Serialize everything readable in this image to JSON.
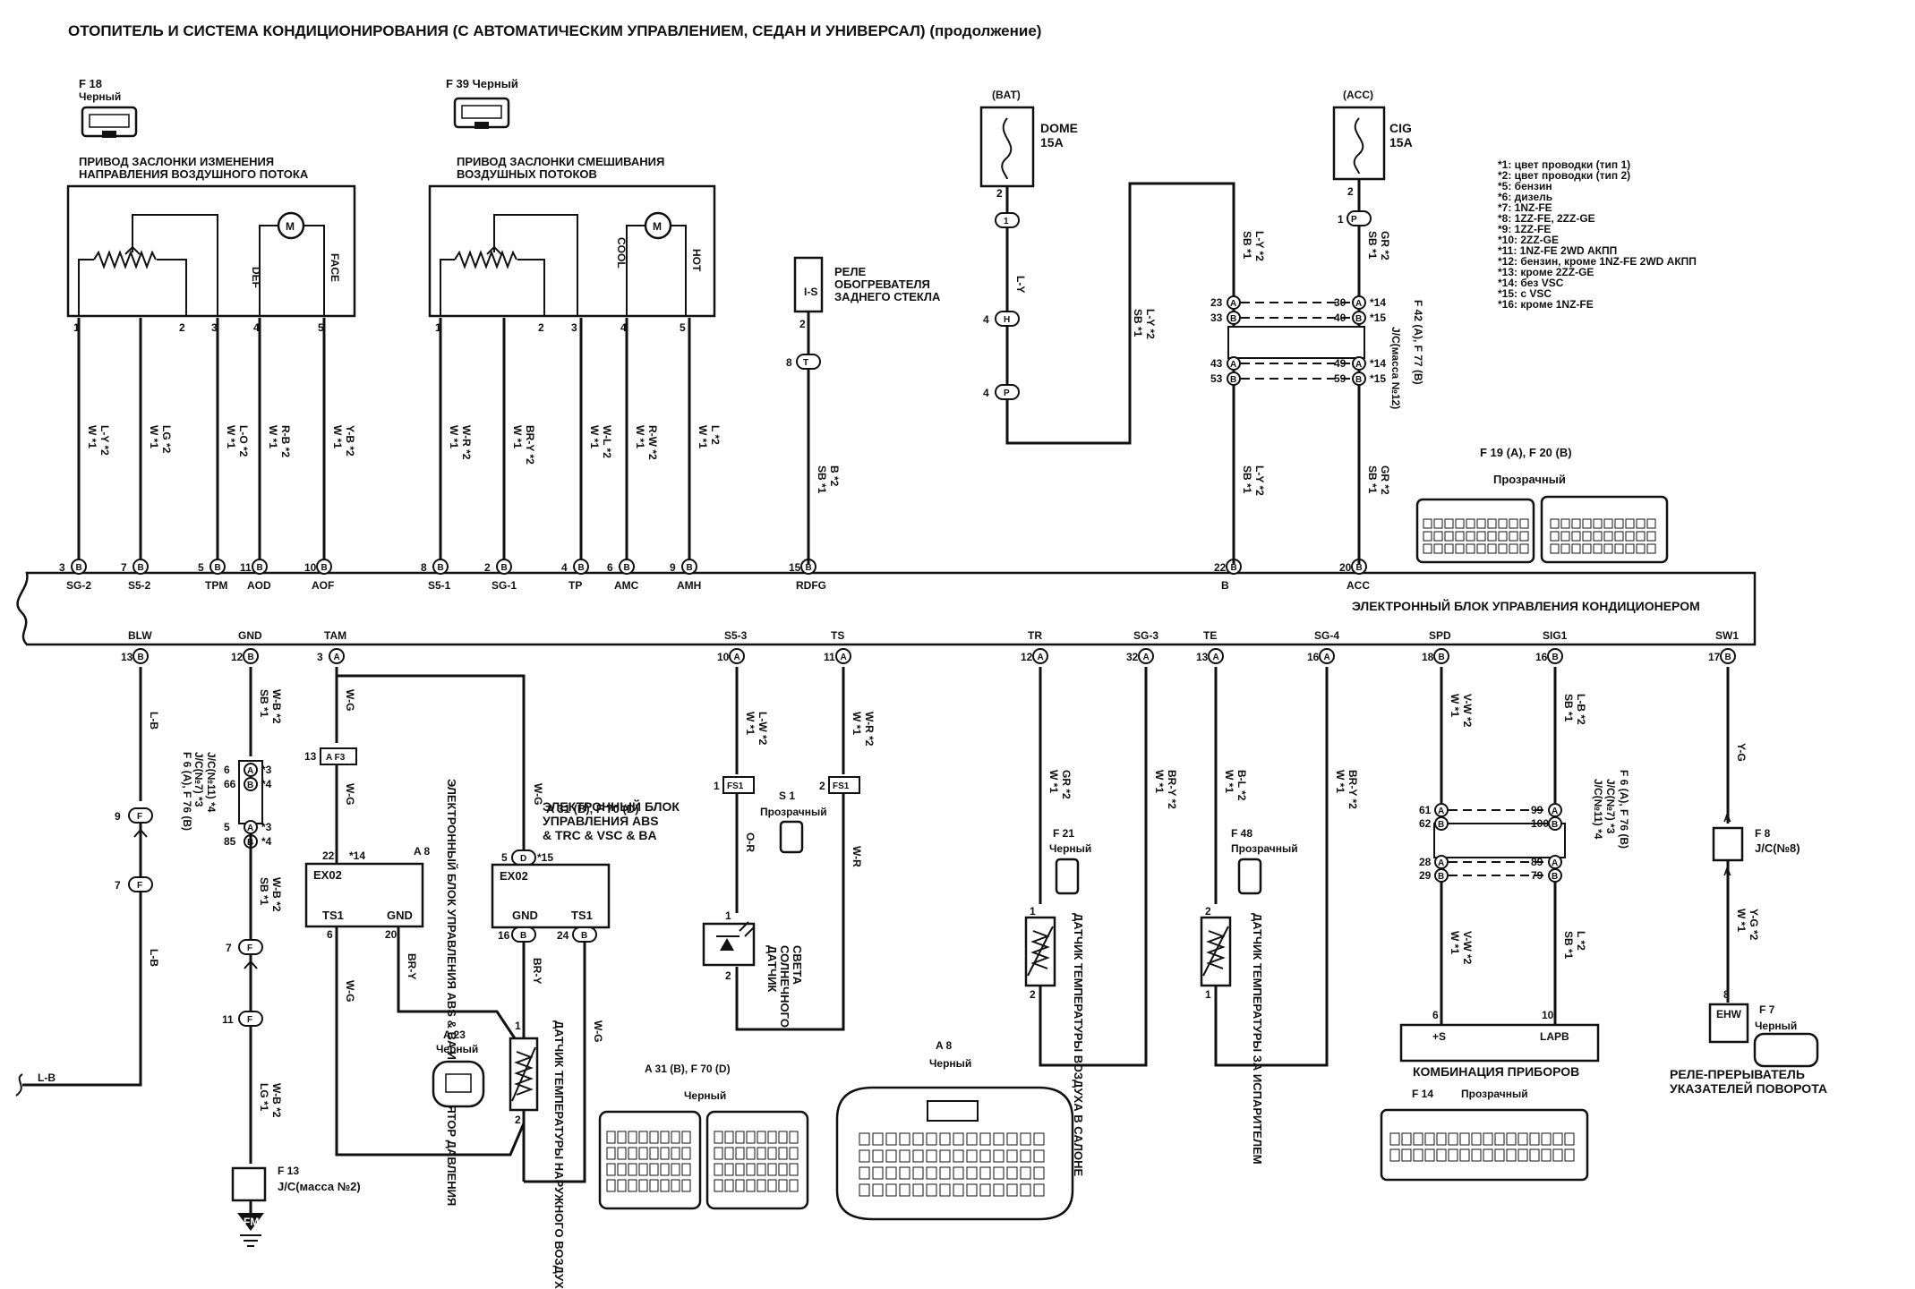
{
  "title": "ОТОПИТЕЛЬ И СИСТЕМА КОНДИЦИОНИРОВАНИЯ (С АВТОМАТИЧЕСКИМ УПРАВЛЕНИЕМ, СЕДАН И УНИВЕРСАЛ)  (продолжение)",
  "notes": [
    "*1: цвет проводки (тип 1)",
    "*2: цвет проводки (тип 2)",
    "*5: бензин",
    "*6: дизель",
    "*7: 1NZ-FE",
    "*8: 1ZZ-FE, 2ZZ-GE",
    "*9: 1ZZ-FE",
    "*10: 2ZZ-GE",
    "*11: 1NZ-FE 2WD АКПП",
    "*12: бензин, кроме 1NZ-FE 2WD АКПП",
    "*13: кроме 2ZZ-GE",
    "*14: без VSC",
    "*15: с VSC",
    "*16: кроме 1NZ-FE"
  ],
  "ecu": {
    "name": "ЭЛЕКТРОННЫЙ БЛОК УПРАВЛЕНИЯ КОНДИЦИОНЕРОМ",
    "top_pins": [
      {
        "num": "3",
        "conn": "B",
        "name": "SG-2"
      },
      {
        "num": "7",
        "conn": "B",
        "name": "S5-2"
      },
      {
        "num": "5",
        "conn": "B",
        "name": "TPM"
      },
      {
        "num": "11",
        "conn": "B",
        "name": "AOD"
      },
      {
        "num": "10",
        "conn": "B",
        "name": "AOF"
      },
      {
        "num": "8",
        "conn": "B",
        "name": "S5-1"
      },
      {
        "num": "2",
        "conn": "B",
        "name": "SG-1"
      },
      {
        "num": "4",
        "conn": "B",
        "name": "TP"
      },
      {
        "num": "6",
        "conn": "B",
        "name": "AMC"
      },
      {
        "num": "9",
        "conn": "B",
        "name": "AMH"
      },
      {
        "num": "15",
        "conn": "B",
        "name": "RDFG"
      },
      {
        "num": "22",
        "conn": "B",
        "name": "B"
      },
      {
        "num": "20",
        "conn": "B",
        "name": "ACC"
      }
    ],
    "bottom_pins": [
      {
        "num": "13",
        "conn": "B",
        "name": "BLW"
      },
      {
        "num": "12",
        "conn": "B",
        "name": "GND"
      },
      {
        "num": "3",
        "conn": "A",
        "name": "TAM"
      },
      {
        "num": "10",
        "conn": "A",
        "name": "S5-3"
      },
      {
        "num": "11",
        "conn": "A",
        "name": "TS"
      },
      {
        "num": "12",
        "conn": "A",
        "name": "TR"
      },
      {
        "num": "32",
        "conn": "A",
        "name": "SG-3"
      },
      {
        "num": "13",
        "conn": "A",
        "name": "TE"
      },
      {
        "num": "16",
        "conn": "A",
        "name": "SG-4"
      },
      {
        "num": "18",
        "conn": "B",
        "name": "SPD"
      },
      {
        "num": "16",
        "conn": "B",
        "name": "SIG1"
      },
      {
        "num": "17",
        "conn": "B",
        "name": "SW1"
      }
    ]
  },
  "top_wires": [
    {
      "c1": "W  *1",
      "c2": "L-Y  *2"
    },
    {
      "c1": "W  *1",
      "c2": "LG  *2"
    },
    {
      "c1": "W  *1",
      "c2": "L-O  *2"
    },
    {
      "c1": "W  *1",
      "c2": "R-B  *2"
    },
    {
      "c1": "W  *1",
      "c2": "Y-B  *2"
    },
    {
      "c1": "W  *1",
      "c2": "W-R  *2"
    },
    {
      "c1": "W  *1",
      "c2": "BR-Y  *2"
    },
    {
      "c1": "W  *1",
      "c2": "W-L  *2"
    },
    {
      "c1": "W  *1",
      "c2": "R-W  *2"
    },
    {
      "c1": "W  *1",
      "c2": "L  *2"
    },
    {
      "c1": "SB  *1",
      "c2": "B  *2"
    },
    {
      "c1": "SB  *1",
      "c2": "L-Y  *2"
    },
    {
      "c1": "SB  *1",
      "c2": "GR  *2"
    }
  ],
  "servo1": {
    "conn": "F 18",
    "color": "Черный",
    "title1": "ПРИВОД ЗАСЛОНКИ ИЗМЕНЕНИЯ",
    "title2": "НАПРАВЛЕНИЯ ВОЗДУШНОГО ПОТОКА",
    "pins": [
      "1",
      "2",
      "3",
      "4",
      "5"
    ],
    "def": "DEF",
    "face": "FACE"
  },
  "servo2": {
    "conn": "F 39 Черный",
    "title1": "ПРИВОД ЗАСЛОНКИ СМЕШИВАНИЯ",
    "title2": "ВОЗДУШНЫХ ПОТОКОВ",
    "pins": [
      "1",
      "2",
      "3",
      "4",
      "5"
    ],
    "cool": "COOL",
    "hot": "HOT"
  },
  "relay_rear": {
    "label1": "РЕЛЕ",
    "label2": "ОБОГРЕВАТЕЛЯ",
    "label3": "ЗАДНЕГО СТЕКЛА",
    "pin": "2",
    "jc": "8",
    "jcconn": "T"
  },
  "fuse_dome": {
    "bat": "(BAT)",
    "name": "DOME",
    "amp": "15A",
    "pin": "2",
    "c1": "1",
    "c2": "4",
    "c2conn": "H",
    "c3": "4",
    "c3conn": "P",
    "wire": "L-Y"
  },
  "fuse_cig": {
    "acc": "(ACC)",
    "name": "CIG",
    "amp": "15A",
    "pin": "2",
    "c1": "1",
    "c1conn": "P"
  },
  "jc_top": {
    "label": "J/C(масса №12)",
    "conns": "F 42 (A), F 77 (B)",
    "left_pins": [
      "23",
      "33",
      "43",
      "53"
    ],
    "right_pins": [
      "30",
      "40",
      "49",
      "59"
    ],
    "right_notes": [
      "*14",
      "*15",
      "*14",
      "*15"
    ]
  },
  "conn_pair_top": {
    "label": "F 19 (A), F 20 (B)",
    "color": "Прозрачный"
  },
  "bottom": {
    "blw_wire": "L-B",
    "blw_conn": "F",
    "blw_pins": [
      "9",
      "7"
    ],
    "blw_pins_conn": "F",
    "gnd_wire1": "SB  *1",
    "gnd_wire1b": "W-B  *2",
    "jc_gnd": {
      "label": "J/C(№7) *3",
      "label2": "J/C(№11) *4",
      "conn": "F 6 (A), F 76 (B)",
      "pins": [
        "6",
        "66",
        "5",
        "85"
      ],
      "notes": [
        "*3",
        "*4",
        "*3",
        "*4"
      ]
    },
    "gnd_wire2": "SB  *1",
    "gnd_wire2b": "W-B  *2",
    "gnd_pins": [
      "7",
      "11"
    ],
    "gnd_pins_conn": "F",
    "gnd_wire3": "LG  *1",
    "gnd_wire3b": "W-B  *2",
    "jc_mass": "J/C(масса №2)",
    "jc_mass_conn": "F 13",
    "fm": "FM",
    "tam_wire": "W-G",
    "af3": "A F3",
    "af3_pin": "13",
    "abs_vert": "ЭЛЕКТРОННЫЙ БЛОК УПРАВЛЕНИЯ ABS & BA И МОДУЛЯТОР ДАВЛЕНИЯ",
    "abs_conn": "A 8",
    "abs_pin_num": "22",
    "abs_note": "*14",
    "abs_ex": "EX02",
    "abs_ts": "TS1",
    "abs_gnd": "GND",
    "abs_p6": "6",
    "abs_p20": "20",
    "abs2_label1": "ЭЛЕКТРОННЫЙ БЛОК",
    "abs2_label2": "УПРАВЛЕНИЯ ABS",
    "abs2_label3": "& TRC & VSC & BA",
    "abs2_conn": "A 31 (B), F 70 (D)",
    "abs2_pin": "5",
    "abs2_note": "*15",
    "abs2_ex": "EX02",
    "abs2_gnd": "GND",
    "abs2_ts": "TS1",
    "abs2_p16": "16",
    "abs2_p24": "24",
    "br_y": "BR-Y",
    "w_g": "W-G",
    "amb_conn": "A 23",
    "amb_color": "Черный",
    "amb_label": "ДАТЧИК ТЕМПЕРАТУРЫ НАРУЖНОГО ВОЗДУХА",
    "amb_pins": [
      "1",
      "2"
    ],
    "fs1_left": "FS1",
    "fs1_right": "FS1",
    "fs1_num_l": "1",
    "fs1_num_r": "2",
    "s1": "S 1",
    "s1_color": "Прозрачный",
    "ts_wire_top": "W  *1",
    "ts_wire_top2": "W-R  *2",
    "s53_wire_top": "W  *1",
    "s53_wire_top2": "L-W  *2",
    "o_r": "O-R",
    "w_r": "W-R",
    "solar1": "ДАТЧИК",
    "solar2": "СОЛНЕЧНОГО",
    "solar3": "СВЕТА",
    "tr_wire": "W  *1",
    "tr_wire2": "GR  *2",
    "sg3_wire": "W  *1",
    "sg3_wire2": "BR-Y  *2",
    "cab_conn": "F 21",
    "cab_color": "Черный",
    "cab_label": "ДАТЧИК ТЕМПЕРАТУРЫ ВОЗДУХА В САЛОНЕ",
    "te_wire": "W  *1",
    "te_wire2": "B-L  *2",
    "sg4_wire": "W  *1",
    "sg4_wire2": "BR-Y  *2",
    "evap_conn": "F 48",
    "evap_color": "Прозрачный",
    "evap_label": "ДАТЧИК ТЕМПЕРАТУРЫ ЗА ИСПАРИТЕЛЕМ",
    "spd_wire": "W  *1",
    "spd_wire2": "V-W  *2",
    "sig_wire": "SB  *1",
    "sig_wire2": "L-B  *2",
    "jc_meter": "J/C(№7) *3",
    "jc_meter2": "J/C(№11) *4",
    "jc_meter_conn": "F 6 (A), F 76 (B)",
    "jcm_left": [
      "61",
      "62",
      "28",
      "29"
    ],
    "jcm_right": [
      "99",
      "100",
      "89",
      "79"
    ],
    "spd_wire3": "W  *1",
    "spd_wire4": "V-W  *2",
    "sig_wire3": "SB  *1",
    "sig_wire4": "L  *2",
    "meter_pin1": "6",
    "meter_pin2": "10",
    "meter_s": "+S",
    "meter_lapb": "LAPB",
    "meter_label": "КОМБИНАЦИЯ ПРИБОРОВ",
    "meter_conn": "F 14",
    "meter_color": "Прозрачный",
    "sw1_wire": "Y-G",
    "jc8": "J/C(№8)",
    "jc8_conn": "F 8",
    "sw1_wire2": "W  *1",
    "sw1_wire3": "Y-G  *2",
    "flasher_conn": "F 7",
    "flasher_color": "Черный",
    "flasher_pin": "8",
    "flasher_label1": "РЕЛЕ-ПРЕРЫВАТЕЛЬ",
    "flasher_label2": "УКАЗАТЕЛЕЙ ПОВОРОТА",
    "flasher_code": "EHW",
    "a8_label": "A 8",
    "a8_color": "Черный",
    "a31_label": "A 31 (B), F 70 (D)",
    "a31_color": "Черный",
    "lb_left": "L-B"
  }
}
